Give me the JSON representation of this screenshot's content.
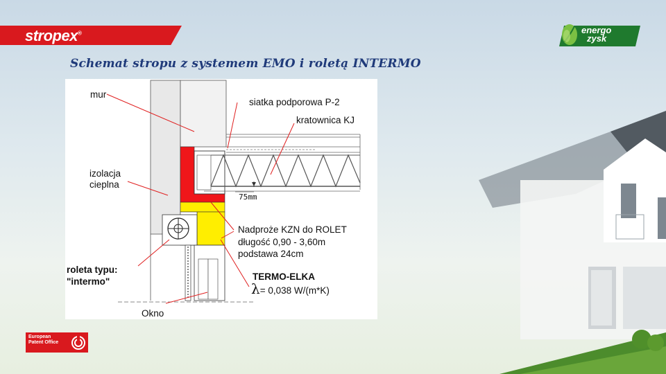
{
  "header": {
    "brand": "stropex",
    "brand_mark": "®",
    "partner_logo_line1": "energo",
    "partner_logo_line2": "zysk",
    "title": "Schemat stropu z systemem EMO i roletą INTERMO"
  },
  "diagram": {
    "labels": {
      "mur": "mur",
      "siatka": "siatka podporowa P-2",
      "kratownica": "kratownica KJ",
      "izolacja_1": "izolacja",
      "izolacja_2": "cieplna",
      "dim": "75mm",
      "nadproze_1": "Nadproże KZN do ROLET",
      "nadproze_2": "długość 0,90 - 3,60m",
      "nadproze_3": "podstawa 24cm",
      "roleta_1": "roleta typu:",
      "roleta_2": "\"intermo\"",
      "termo": "TERMO-ELKA",
      "lambda_symbol": "λ",
      "lambda_value": "= 0,038 W/(m*K)",
      "okno": "Okno"
    },
    "colors": {
      "insulation": "#f0161a",
      "lintel": "#ffee00",
      "leader": "#e02020",
      "wall": "#e6e6e6"
    }
  },
  "footer": {
    "epo_line1": "European",
    "epo_line2": "Patent Office"
  },
  "icons": [
    "leaf-icon",
    "epo-logo-icon",
    "roller-shutter-icon"
  ]
}
